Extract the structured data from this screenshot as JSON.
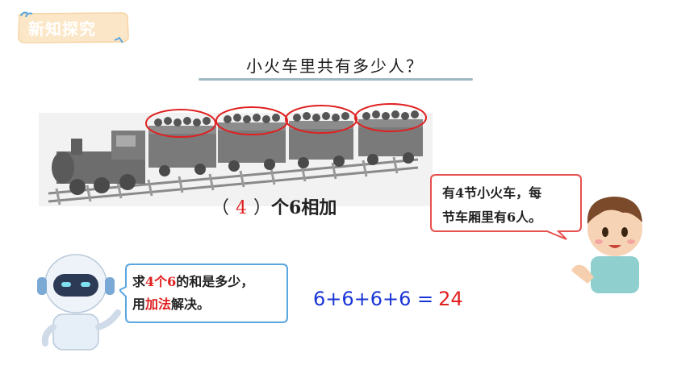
{
  "section_tag": "新知探究",
  "question": "小火车里共有多少人？",
  "count_line": {
    "open": "（",
    "number": "4",
    "close": "）",
    "suffix": "个6相加"
  },
  "boy_speech": {
    "line1": "有4节小火车，每",
    "line2": "节车厢里有6人。"
  },
  "robot_speech": {
    "line1_pre": "求",
    "line1_red": "4个6",
    "line1_post": "的和是多少，",
    "line2_pre": "用",
    "line2_red": "加法",
    "line2_post": "解决。"
  },
  "equation": {
    "expression": "6+6+6+6 =",
    "result": "24"
  },
  "colors": {
    "tag": "#fbe7c8",
    "accent_red": "#e02020",
    "equation_blue": "#1a35d6",
    "bubble_border": "#e8504e"
  }
}
